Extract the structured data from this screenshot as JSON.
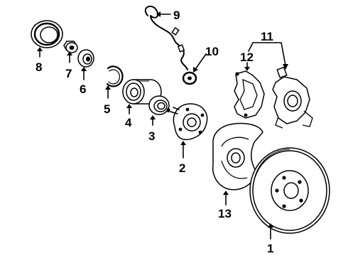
{
  "diagram": {
    "callouts": {
      "c1": "1",
      "c2": "2",
      "c3": "3",
      "c4": "4",
      "c5": "5",
      "c6": "6",
      "c7": "7",
      "c8": "8",
      "c9": "9",
      "c10": "10",
      "c11": "11",
      "c12": "12",
      "c13": "13"
    }
  }
}
